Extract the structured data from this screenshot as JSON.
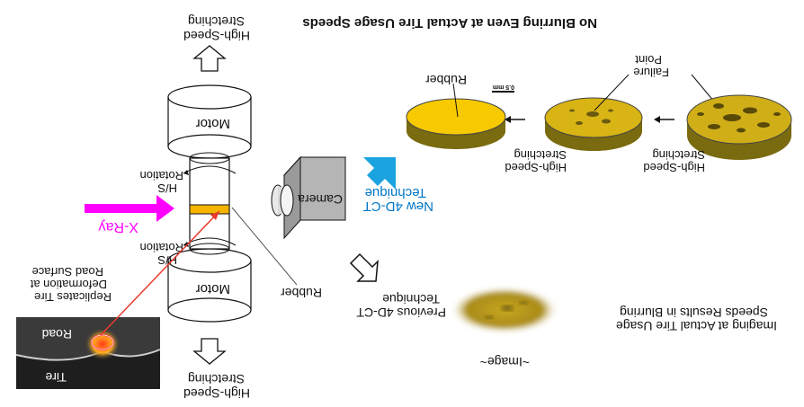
{
  "labels": {
    "header": "No Blurring Even at Actual Tire Usage Speeds",
    "rubber_sample": "Rubber",
    "scale": "0.5 mm",
    "failure_point_1": "Failure",
    "failure_point_2": "Point",
    "hs_stretch_a1": "High-Speed",
    "hs_stretch_a2": "Stretching",
    "hs_stretch_b1": "High-Speed",
    "hs_stretch_b2": "Stretching",
    "top_stretch_1": "High-Speed",
    "top_stretch_2": "Stretching",
    "bottom_stretch_1": "High-Speed",
    "bottom_stretch_2": "Stretching",
    "motor_top": "Motor",
    "motor_bottom": "Motor",
    "rotation_top_1": "H/S",
    "rotation_top_2": "Rotation",
    "rotation_bottom_1": "H/S",
    "rotation_bottom_2": "Rotation",
    "xray": "X-Ray",
    "camera": "Camera",
    "new_tech_1": "New 4D-CT",
    "new_tech_2": "Technique",
    "prev_tech_1": "Previous 4D-CT",
    "prev_tech_2": "Technique",
    "rubber_pointer": "Rubber",
    "image_caption": "~Image~",
    "blur_1": "Imaging at Actual Tire Usage",
    "blur_2": "Speeds Results in Blurring",
    "road_1": "Replicates Tire",
    "road_2": "Deformation at",
    "road_3": "Road Surface",
    "inset_road": "Road",
    "inset_tire": "Tire"
  },
  "colors": {
    "xray_arrow": "#ff00ff",
    "new_tech_arrow": "#1ba3e0",
    "new_tech_text": "#0077c8",
    "rubber": "#f6c900",
    "rubber_side": "#7a6a10",
    "pointer": "#e8392b"
  }
}
